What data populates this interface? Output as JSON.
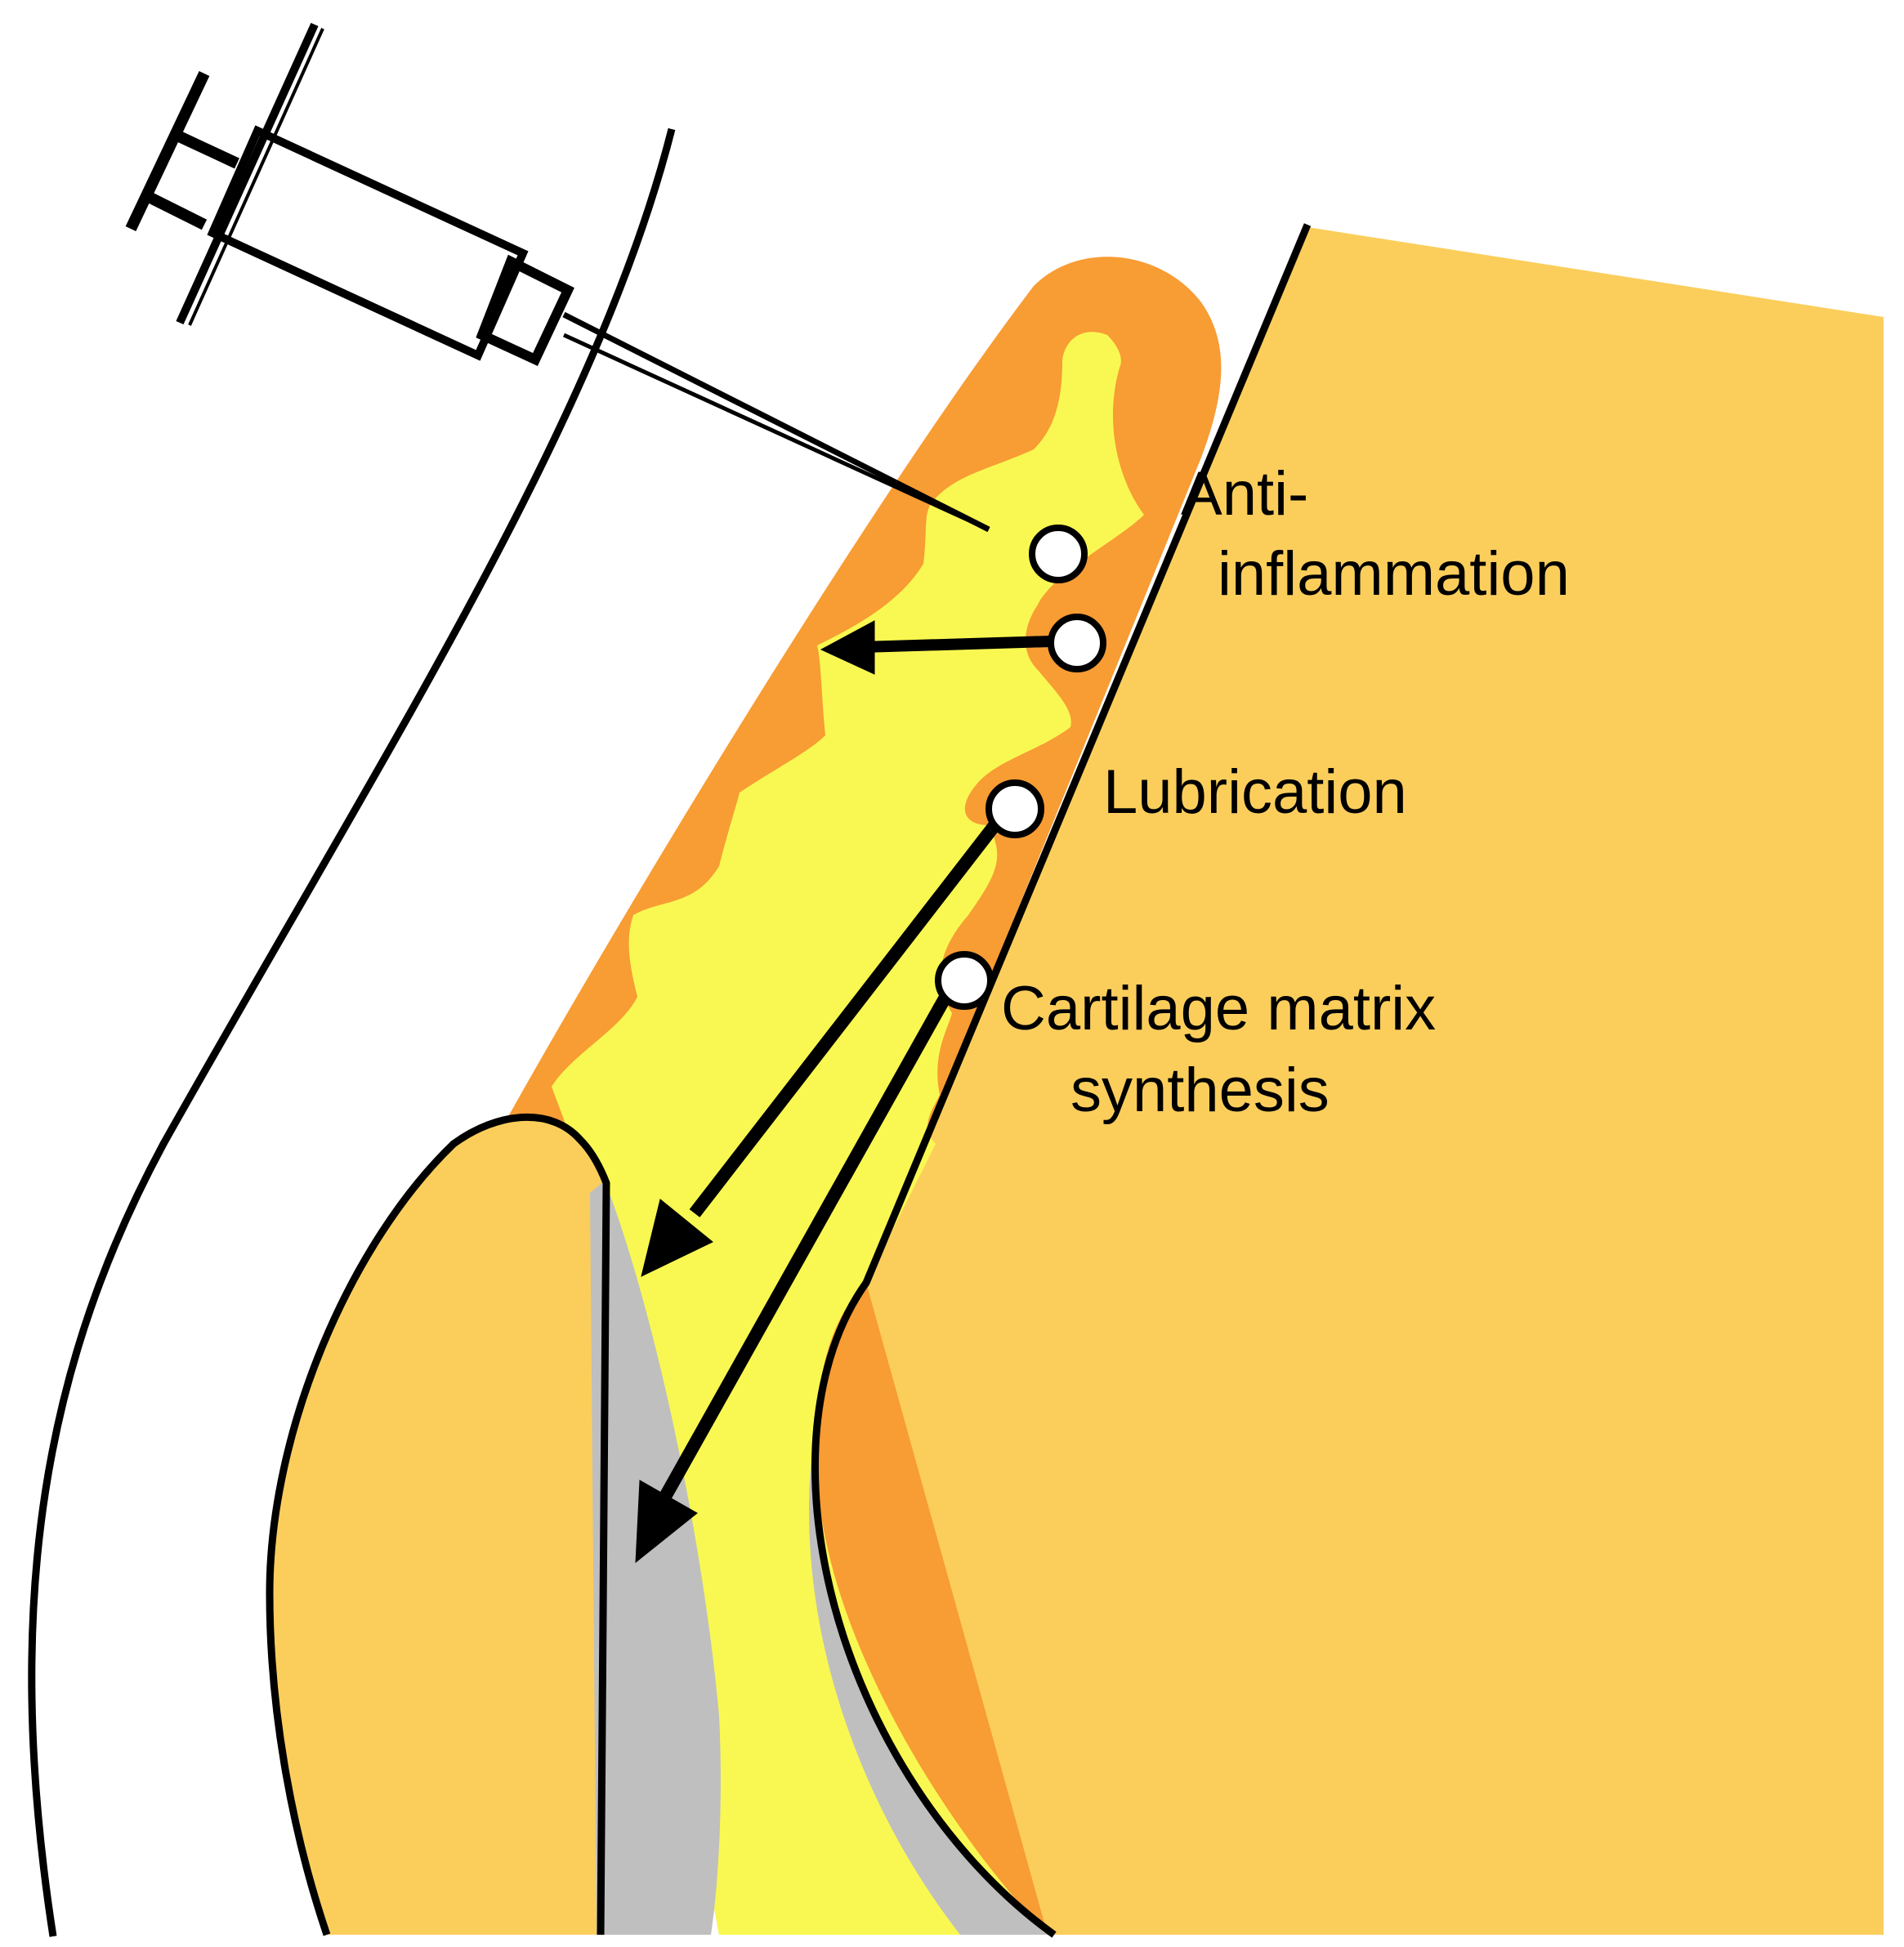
{
  "labels": {
    "anti_inflammation_line1": "Anti-",
    "anti_inflammation_line2": "inflammation",
    "lubrication": "Lubrication",
    "cartilage_line1": "Cartilage matrix",
    "cartilage_line2": "synthesis"
  },
  "colors": {
    "bone": "#FBCE5C",
    "synovium_orange": "#F89C34",
    "synovial_fluid_yellow": "#F9F852",
    "cartilage_gray": "#BFBFBF",
    "outline": "#000000",
    "particle_fill": "#FFFFFF"
  }
}
